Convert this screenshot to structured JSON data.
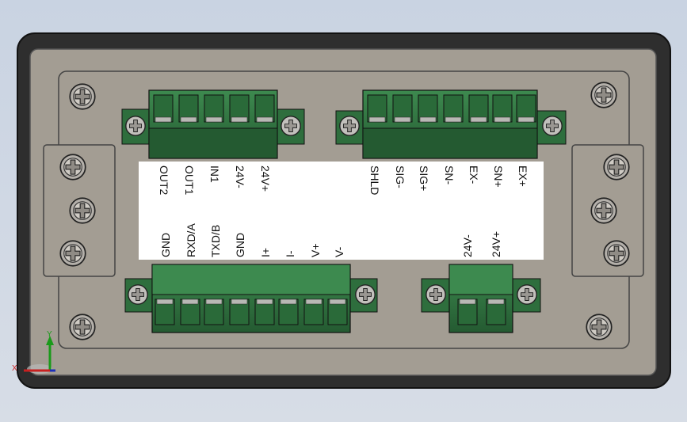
{
  "view": {
    "background_top": "#c9d3e2",
    "background_bottom": "#d7dde6",
    "frame_color": "#333333",
    "panel_color": "#a39d93",
    "terminal_green": "#2e6e3d",
    "label_panel_color": "#ffffff"
  },
  "labels": {
    "top_left": [
      "OUT2",
      "OUT1",
      "IN1",
      "24V-",
      "24V+"
    ],
    "top_right": [
      "SHLD",
      "SIG-",
      "SIG+",
      "SN-",
      "EX-",
      "SN+",
      "EX+"
    ],
    "bottom_left": [
      "GND",
      "RXD/A",
      "TXD/B",
      "GND",
      "I+",
      "I-",
      "V+",
      "V-"
    ],
    "bottom_right": [
      "24V-",
      "24V+"
    ]
  },
  "triad": {
    "x_label": "X",
    "y_label": "Y"
  }
}
